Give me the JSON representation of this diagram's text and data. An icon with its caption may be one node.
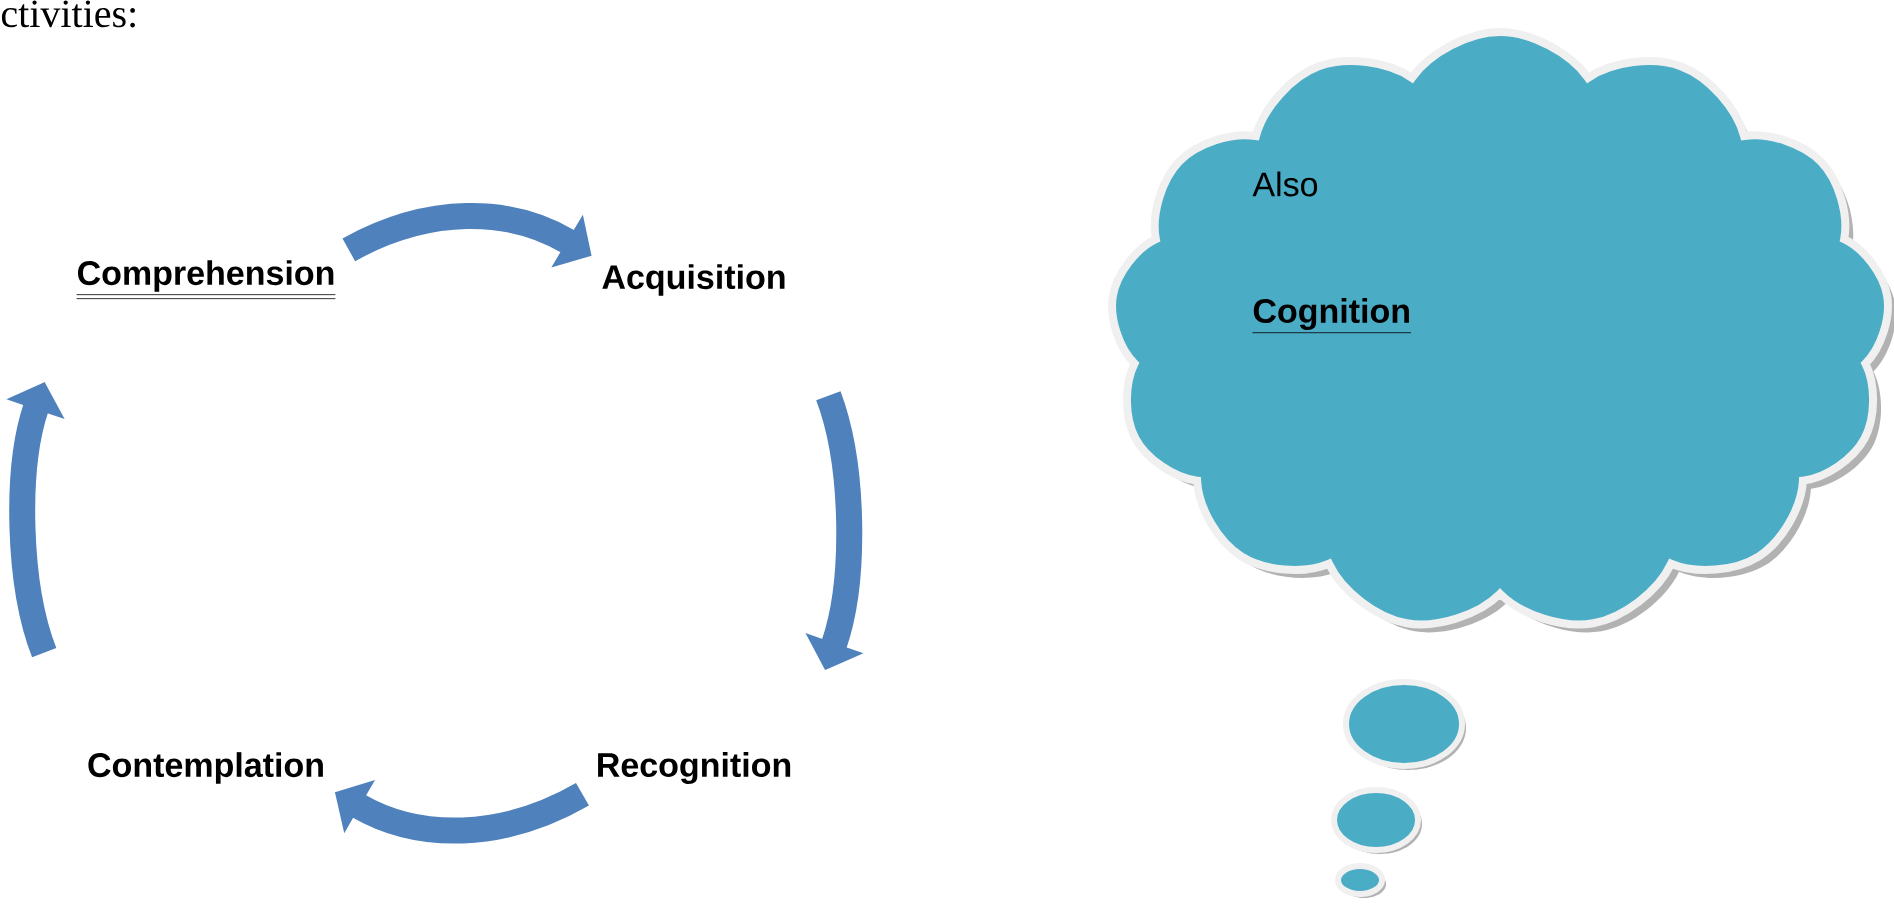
{
  "diagram": {
    "nodes": [
      {
        "text": [
          "Comprehension"
        ]
      },
      {
        "text": [
          "Acquisition"
        ]
      },
      {
        "text": [
          "Recognition"
        ]
      },
      {
        "text": [
          "Contemplation"
        ]
      },
      {
        "text": [
          "Also",
          "Cognition"
        ]
      },
      {
        "text": [],
        "shape": "circle"
      },
      {
        "text": [],
        "shape": "circle"
      },
      {
        "text": [],
        "shape": "circle"
      }
    ],
    "edges": [
      {
        "from": 0,
        "to": 1,
        "arrow": "to"
      },
      {
        "from": 1,
        "to": 2,
        "arrow": "to"
      },
      {
        "from": 2,
        "to": 3,
        "arrow": "to"
      },
      {
        "from": 3,
        "to": 0,
        "arrow": "to"
      }
    ],
    "labels": [
      "ctivities:"
    ]
  }
}
